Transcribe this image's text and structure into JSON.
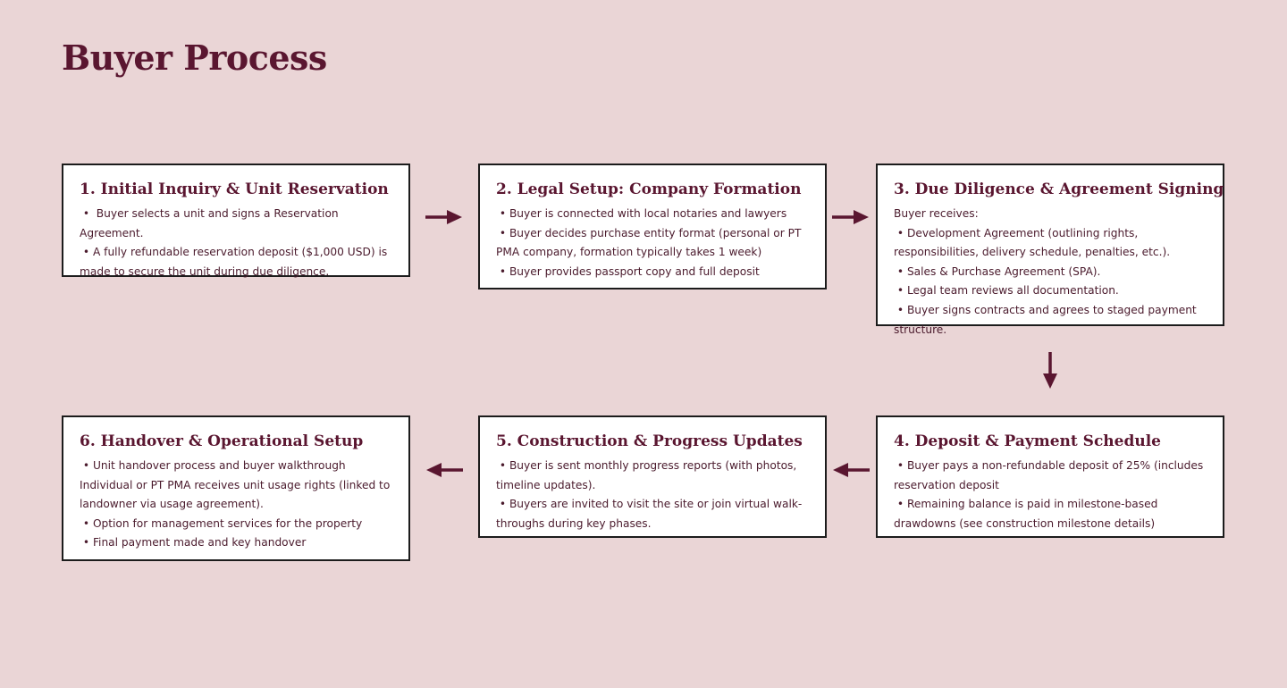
{
  "page": {
    "title": "Buyer Process"
  },
  "steps": [
    {
      "title": "1. Initial Inquiry & Unit Reservation",
      "lines": [
        " •  Buyer selects a unit and signs a Reservation Agreement.",
        " • A fully refundable reservation deposit ($1,000 USD) is made to secure the unit during due diligence."
      ]
    },
    {
      "title": "2. Legal Setup: Company Formation",
      "lines": [
        " • Buyer is connected with local notaries and lawyers",
        " • Buyer decides purchase entity format (personal or PT PMA company, formation typically takes 1 week)",
        " • Buyer provides passport copy and full deposit"
      ]
    },
    {
      "title": "3. Due Diligence & Agreement Signing",
      "lines": [
        "Buyer receives:",
        " • Development Agreement (outlining rights, responsibilities, delivery schedule, penalties, etc.).",
        " • Sales & Purchase Agreement (SPA).",
        " • Legal team reviews all documentation.",
        " • Buyer signs contracts and agrees to staged payment structure."
      ]
    },
    {
      "title": "4. Deposit & Payment Schedule",
      "lines": [
        " • Buyer pays a non-refundable deposit of 25% (includes reservation deposit",
        " • Remaining balance is paid in milestone-based drawdowns (see construction milestone details)"
      ]
    },
    {
      "title": "5. Construction & Progress Updates",
      "lines": [
        " • Buyer is sent monthly progress reports (with photos, timeline updates).",
        " • Buyers are invited to visit the site or join virtual walk-throughs during key phases."
      ]
    },
    {
      "title": "6. Handover & Operational Setup",
      "lines": [
        " • Unit handover process and buyer walkthrough",
        "Individual or PT PMA receives unit usage rights (linked to landowner via usage agreement).",
        " • Option for management services for the property",
        " • Final payment made and key handover"
      ]
    }
  ],
  "colors": {
    "accent": "#5a1630",
    "background": "#ead5d6",
    "box_border": "#1c1c1c"
  },
  "arrow_icons": [
    "arrow-right-icon",
    "arrow-right-icon",
    "arrow-down-icon",
    "arrow-left-icon",
    "arrow-left-icon"
  ]
}
